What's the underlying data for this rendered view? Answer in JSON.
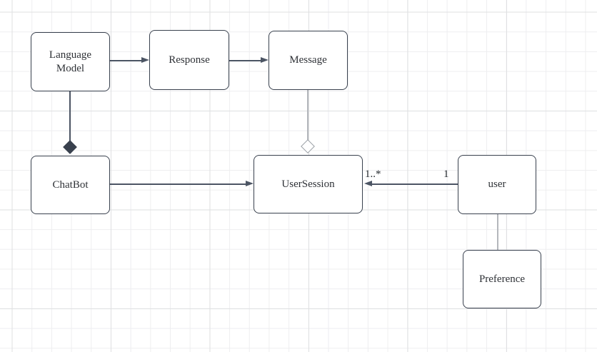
{
  "canvas": {
    "kind": "diagram-grid-canvas",
    "background_color": "#FFFFFF",
    "grid_minor_color": "#EEEEF0",
    "grid_major_color": "#DFE0E2"
  },
  "colors": {
    "node_fill": "#FFFFFF",
    "node_border": "#39414E",
    "node_text": "#2E3136",
    "connector_dark": "#4C5564",
    "connector_light": "#B4B7BC",
    "hollow_diamond_border": "#9AA0A6"
  },
  "diagram": {
    "type": "uml-class-diagram",
    "nodes": {
      "language_model": {
        "label": "Language Model"
      },
      "response": {
        "label": "Response"
      },
      "message": {
        "label": "Message"
      },
      "chatbot": {
        "label": "ChatBot"
      },
      "usersession": {
        "label": "UserSession"
      },
      "user": {
        "label": "user"
      },
      "preference": {
        "label": "Preference"
      }
    },
    "edges": {
      "language_model_to_response": {
        "from": "Language Model",
        "to": "Response",
        "style": "solid-arrow"
      },
      "response_to_message": {
        "from": "Response",
        "to": "Message",
        "style": "solid-arrow"
      },
      "language_model_chatbot": {
        "from": "Language Model",
        "to": "ChatBot",
        "style": "composition",
        "marker": "filled-diamond",
        "diamond_end": "ChatBot"
      },
      "message_usersession": {
        "from": "Message",
        "to": "UserSession",
        "style": "aggregation",
        "marker": "hollow-diamond",
        "diamond_end": "UserSession"
      },
      "chatbot_to_usersession": {
        "from": "ChatBot",
        "to": "UserSession",
        "style": "solid-arrow"
      },
      "user_to_usersession": {
        "from": "user",
        "to": "UserSession",
        "style": "solid-arrow",
        "source_label": "1",
        "target_label": "1..*"
      },
      "user_preference": {
        "from": "user",
        "to": "Preference",
        "style": "plain-line"
      }
    }
  }
}
